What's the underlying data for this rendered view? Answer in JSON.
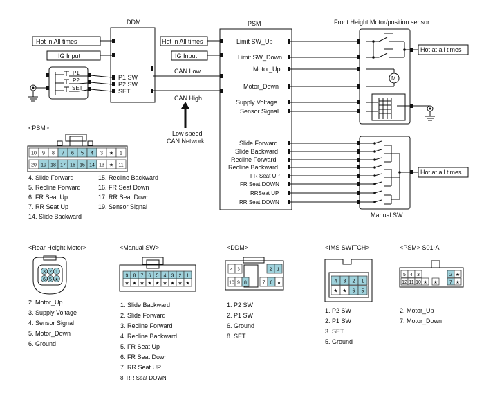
{
  "ddm": {
    "title": "DDM",
    "inputs": [
      "Hot in All times",
      "IG Input"
    ],
    "pins": [
      "P1 SW",
      "P2 SW",
      "SET"
    ]
  },
  "psm": {
    "title": "PSM",
    "inputs": [
      "Hot in All times",
      "IG Input"
    ],
    "top_pins": [
      "Limit SW_Up",
      "Limit SW_Down",
      "Motor_Up",
      "Motor_Down",
      "Supply Voltage",
      "Sensor Signal"
    ],
    "bottom_pins": [
      "Slide Forward",
      "Slide Backward",
      "Recline Forward",
      "Recline Backward",
      "FR Seat UP",
      "FR Seat DOWN",
      "RRSeat UP",
      "RR Seat DOWN"
    ]
  },
  "ims_switch_labels": [
    "P1",
    "P2",
    "SET"
  ],
  "bus": {
    "can_low": "CAN Low",
    "can_high": "CAN High",
    "network_line1": "Low speed",
    "network_line2": "CAN Network"
  },
  "front_height": {
    "title": "Front Height Motor/position sensor",
    "hot": "Hot at all times",
    "motor_label": "M"
  },
  "manual_sw": {
    "title": "Manual SW",
    "hot": "Hot at all times"
  },
  "psm_connector": {
    "title": "<PSM>",
    "row1": [
      "10",
      "9",
      "8",
      "7",
      "6",
      "5",
      "4",
      "3",
      "★",
      "1"
    ],
    "row2": [
      "20",
      "19",
      "18",
      "17",
      "16",
      "15",
      "14",
      "13",
      "★",
      "11"
    ],
    "legend_left": [
      "4. Slide Forward",
      "5. Recline Forward",
      "6. FR Seat Up",
      "7. RR Seat Up",
      "14. Slide Backward"
    ],
    "legend_right": [
      "15. Recline Backward",
      "16. FR Seat Down",
      "17. RR Seat Down",
      "19. Sensor Signal"
    ]
  },
  "rear_height_motor": {
    "title": "<Rear Height Motor>",
    "pins": [
      "3",
      "2",
      "1",
      "6",
      "5",
      "★"
    ],
    "legend": [
      "2. Motor_Up",
      "3. Supply Voltage",
      "4. Sensor Signal",
      "5. Motor_Down",
      "6. Ground"
    ]
  },
  "manual_sw_connector": {
    "title": "<Manual SW>",
    "row1": [
      "9",
      "8",
      "7",
      "6",
      "5",
      "4",
      "3",
      "2",
      "1"
    ],
    "row2": [
      "★",
      "★",
      "★",
      "★",
      "★",
      "★",
      "★",
      "★",
      "★"
    ],
    "legend": [
      "1. Slide Backward",
      "2. Slide Forward",
      "3. Recline Forward",
      "4. Recline Backward",
      "5. FR Seat Up",
      "6. FR Seat Down",
      "7. RR Seat UP",
      "8. RR Seat DOWN"
    ]
  },
  "ddm_connector": {
    "title": "<DDM>",
    "left_top": [
      "4",
      "3"
    ],
    "left_bottom": [
      "10",
      "9",
      "8"
    ],
    "right_top": [
      "2",
      "1"
    ],
    "right_bottom": [
      "7",
      "6",
      "★"
    ],
    "legend": [
      "1. P2 SW",
      "2. P1 SW",
      "6. Ground",
      "8. SET"
    ]
  },
  "ims_connector": {
    "title": "<IMS SWITCH>",
    "row1": [
      "4",
      "3",
      "2",
      "1"
    ],
    "row2": [
      "★",
      "★",
      "6",
      "5"
    ],
    "legend": [
      "1. P2 SW",
      "2. P1 SW",
      "3. SET",
      "5. Ground"
    ]
  },
  "psm_s01": {
    "title": "<PSM> S01-A",
    "row1": [
      "5",
      "4",
      "3",
      "2",
      "★"
    ],
    "row2": [
      "12",
      "11",
      "10",
      "★",
      "★",
      "7",
      "★"
    ],
    "legend": [
      "2. Motor_Up",
      "7. Motor_Down"
    ]
  }
}
